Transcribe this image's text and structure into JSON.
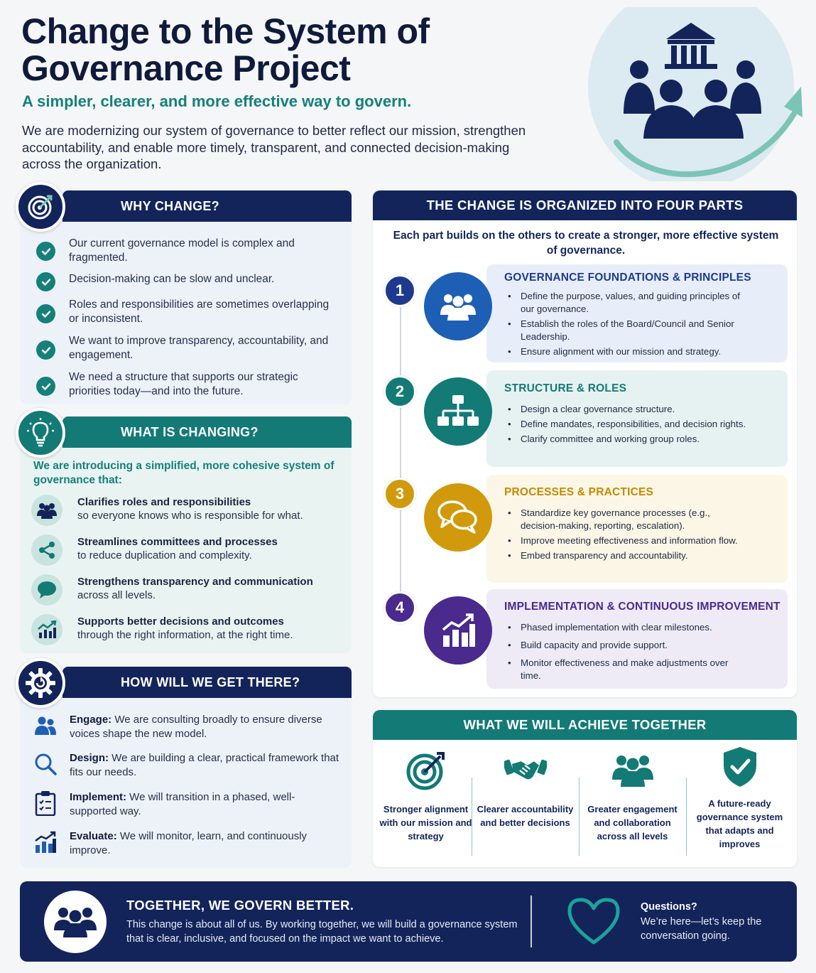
{
  "header": {
    "title": "Change to the System of Governance Project",
    "subtitle": "A simpler, clearer, and more effective way to govern.",
    "intro": "We are modernizing our system of governance to better reflect our mission, strengthen accountability, and enable more timely, transparent, and connected decision-making across the organization."
  },
  "why": {
    "heading": "WHY CHANGE?",
    "icon": "target-icon",
    "items": [
      "Our current governance model is complex and fragmented.",
      "Decision-making can be slow and unclear.",
      "Roles and responsibilities are sometimes overlapping or inconsistent.",
      "We want to improve transparency, accountability, and engagement.",
      "We need a structure that supports our strategic priorities today—and into the future."
    ]
  },
  "changing": {
    "heading": "WHAT IS CHANGING?",
    "icon": "lightbulb-icon",
    "lead": "We are introducing a simplified, more cohesive system of governance that:",
    "items": [
      {
        "title": "Clarifies roles and responsibilities",
        "sub": "so everyone knows who is responsible for what.",
        "icon": "people-icon"
      },
      {
        "title": "Streamlines committees and processes",
        "sub": "to reduce duplication and complexity.",
        "icon": "share-nodes-icon"
      },
      {
        "title": "Strengthens transparency and communication",
        "sub": "across all levels.",
        "icon": "chat-bubble-icon"
      },
      {
        "title": "Supports better decisions and outcomes",
        "sub": "through the right information, at the right time.",
        "icon": "growth-chart-icon"
      }
    ]
  },
  "how": {
    "heading": "HOW WILL WE GET THERE?",
    "icon": "gear-icon",
    "items": [
      {
        "label": "Engage:",
        "text": " We are consulting broadly to ensure diverse voices shape the new model.",
        "icon": "users-icon"
      },
      {
        "label": "Design:",
        "text": " We are building a clear, practical framework that fits our needs.",
        "icon": "magnifier-icon"
      },
      {
        "label": "Implement:",
        "text": " We will transition in a phased, well-supported way.",
        "icon": "clipboard-icon"
      },
      {
        "label": "Evaluate:",
        "text": " We will monitor, learn, and continuously improve.",
        "icon": "bar-chart-icon"
      }
    ]
  },
  "parts": {
    "heading": "THE CHANGE IS ORGANIZED INTO FOUR PARTS",
    "lead": "Each part builds on the others to create a stronger, more effective system of governance.",
    "items": [
      {
        "num": "1",
        "title": "GOVERNANCE FOUNDATIONS & PRINCIPLES",
        "color": "#1d4fa8",
        "bg": "#e8eef9",
        "icon": "group-icon",
        "bullets": [
          "Define the purpose, values, and guiding principles of our governance.",
          "Establish the roles of the Board/Council and Senior Leadership.",
          "Ensure alignment with our mission and strategy."
        ]
      },
      {
        "num": "2",
        "title": "STRUCTURE & ROLES",
        "color": "#137a76",
        "bg": "#e6f2f1",
        "icon": "org-chart-icon",
        "bullets": [
          "Design a clear governance structure.",
          "Define mandates, responsibilities, and decision rights.",
          "Clarify committee and working group roles."
        ]
      },
      {
        "num": "3",
        "title": "PROCESSES & PRACTICES",
        "color": "#d19a0c",
        "bg": "#fcf6e6",
        "icon": "speech-bubbles-icon",
        "bullets": [
          "Standardize key governance processes (e.g., decision-making, reporting, escalation).",
          "Improve meeting effectiveness and information flow.",
          "Embed transparency and accountability."
        ]
      },
      {
        "num": "4",
        "title": "IMPLEMENTATION & CONTINUOUS IMPROVEMENT",
        "color": "#4a2a8c",
        "bg": "#eeebf6",
        "icon": "trend-chart-icon",
        "bullets": [
          "Phased implementation with clear milestones.",
          "Build capacity and provide support.",
          "Monitor effectiveness and make adjustments over time."
        ]
      }
    ]
  },
  "achieve": {
    "heading": "WHAT WE WILL ACHIEVE TOGETHER",
    "items": [
      {
        "text": "Stronger alignment with our mission and strategy",
        "icon": "target-icon"
      },
      {
        "text": "Clearer accountability and better decisions",
        "icon": "handshake-icon"
      },
      {
        "text": "Greater engagement and collaboration across all levels",
        "icon": "people-icon"
      },
      {
        "text": "A future-ready governance system that adapts and improves",
        "icon": "shield-check-icon"
      }
    ]
  },
  "footer": {
    "title": "TOGETHER, WE GOVERN BETTER.",
    "body": "This change is about all of us. By working together, we will build a governance system that is clear, inclusive, and focused on the impact we want to achieve.",
    "question": "Questions?",
    "question_body": "We’re here—let’s keep the conversation going."
  },
  "colors": {
    "navy": "#13245a",
    "teal": "#137a76",
    "blue": "#1d4fa8",
    "gold": "#d19a0c",
    "purple": "#4a2a8c"
  }
}
